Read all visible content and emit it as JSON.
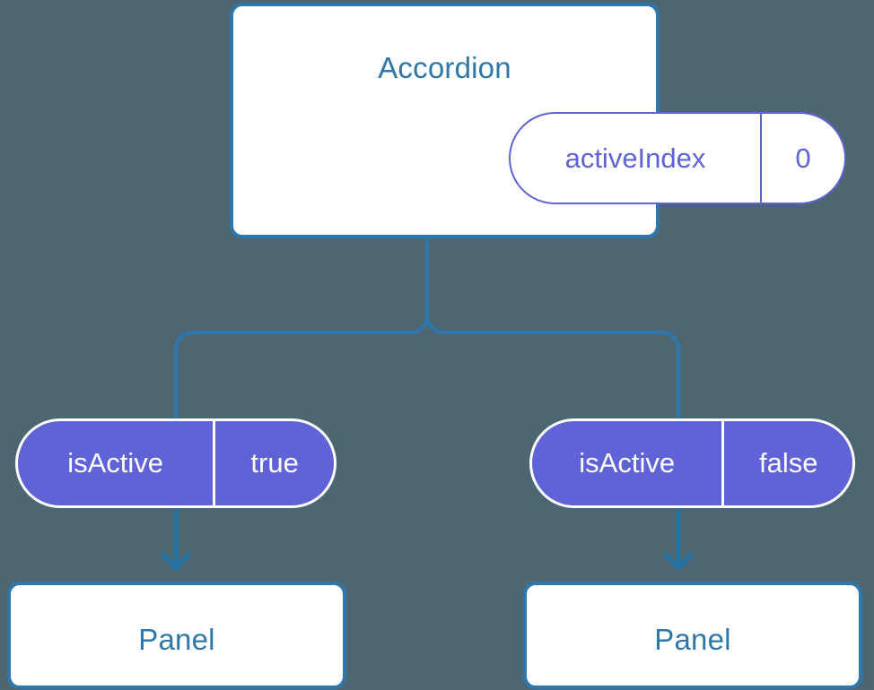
{
  "diagram": {
    "type": "component-state-tree",
    "background_color": "#4c6771",
    "accent_blue": "#2e77ad",
    "accent_purple": "#5f63d6",
    "root": {
      "title": "Accordion",
      "prop": {
        "key": "activeIndex",
        "value": "0"
      }
    },
    "branches": [
      {
        "side": "left",
        "prop": {
          "key": "isActive",
          "value": "true"
        },
        "child": {
          "title": "Panel"
        },
        "arrow": "down-arrow-icon"
      },
      {
        "side": "right",
        "prop": {
          "key": "isActive",
          "value": "false"
        },
        "child": {
          "title": "Panel"
        },
        "arrow": "down-arrow-icon"
      }
    ]
  }
}
